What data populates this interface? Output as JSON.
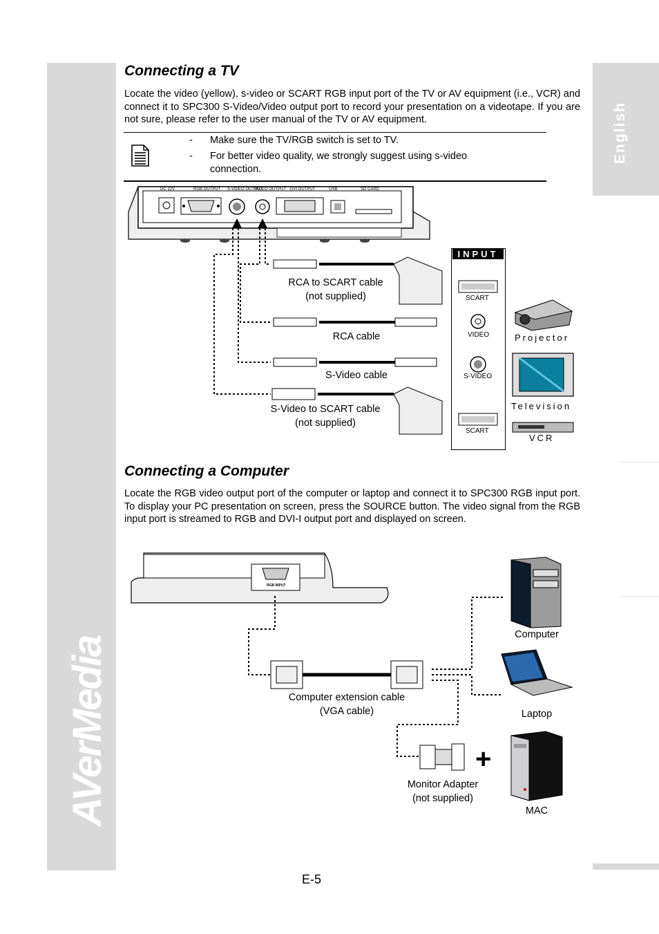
{
  "sidebar": {
    "brand": "AVerMedia",
    "language_tab": "English"
  },
  "section_tv": {
    "title": "Connecting a TV",
    "body": "Locate the video (yellow), s-video or SCART RGB input port of the TV or AV equipment (i.e., VCR) and connect it to SPC300 S-Video/Video output port to record your presentation on a videotape. If you are not sure, please refer to the user manual of the TV or AV equipment.",
    "note": {
      "bullet": "-",
      "items": [
        "Make sure the TV/RGB switch is set to TV.",
        "For better video quality, we strongly suggest using s-video connection."
      ]
    },
    "device_ports": [
      "DC 12V",
      "RGB OUTPUT",
      "S-VIDEO OUTPUT",
      "VIDEO OUTPUT",
      "DVI OUTPUT",
      "USB",
      "SD CARD"
    ],
    "cables": [
      {
        "label": "RCA to SCART cable",
        "sublabel": "(not supplied)"
      },
      {
        "label": "RCA cable",
        "sublabel": ""
      },
      {
        "label": "S-Video cable",
        "sublabel": ""
      },
      {
        "label": "S-Video to SCART cable",
        "sublabel": "(not supplied)"
      }
    ],
    "input_panel": {
      "header": "INPUT",
      "ports": [
        "SCART",
        "VIDEO",
        "S-VIDEO",
        "SCART"
      ]
    },
    "devices": [
      "Projector",
      "Television",
      "VCR"
    ]
  },
  "section_pc": {
    "title": "Connecting a Computer",
    "body": "Locate the RGB video output port of the computer or laptop and connect it to SPC300 RGB input port. To display your PC presentation on screen, press the SOURCE button. The video signal from the RGB input port is streamed to RGB and DVI-I output port and displayed on screen.",
    "port_label": "RGB INPUT",
    "cable": {
      "label": "Computer extension cable",
      "sublabel": "(VGA cable)"
    },
    "adapter": {
      "label": "Monitor Adapter",
      "sublabel": "(not supplied)"
    },
    "plus": "+",
    "devices": [
      "Computer",
      "Laptop",
      "MAC"
    ]
  },
  "footer": {
    "page_number": "E-5"
  }
}
